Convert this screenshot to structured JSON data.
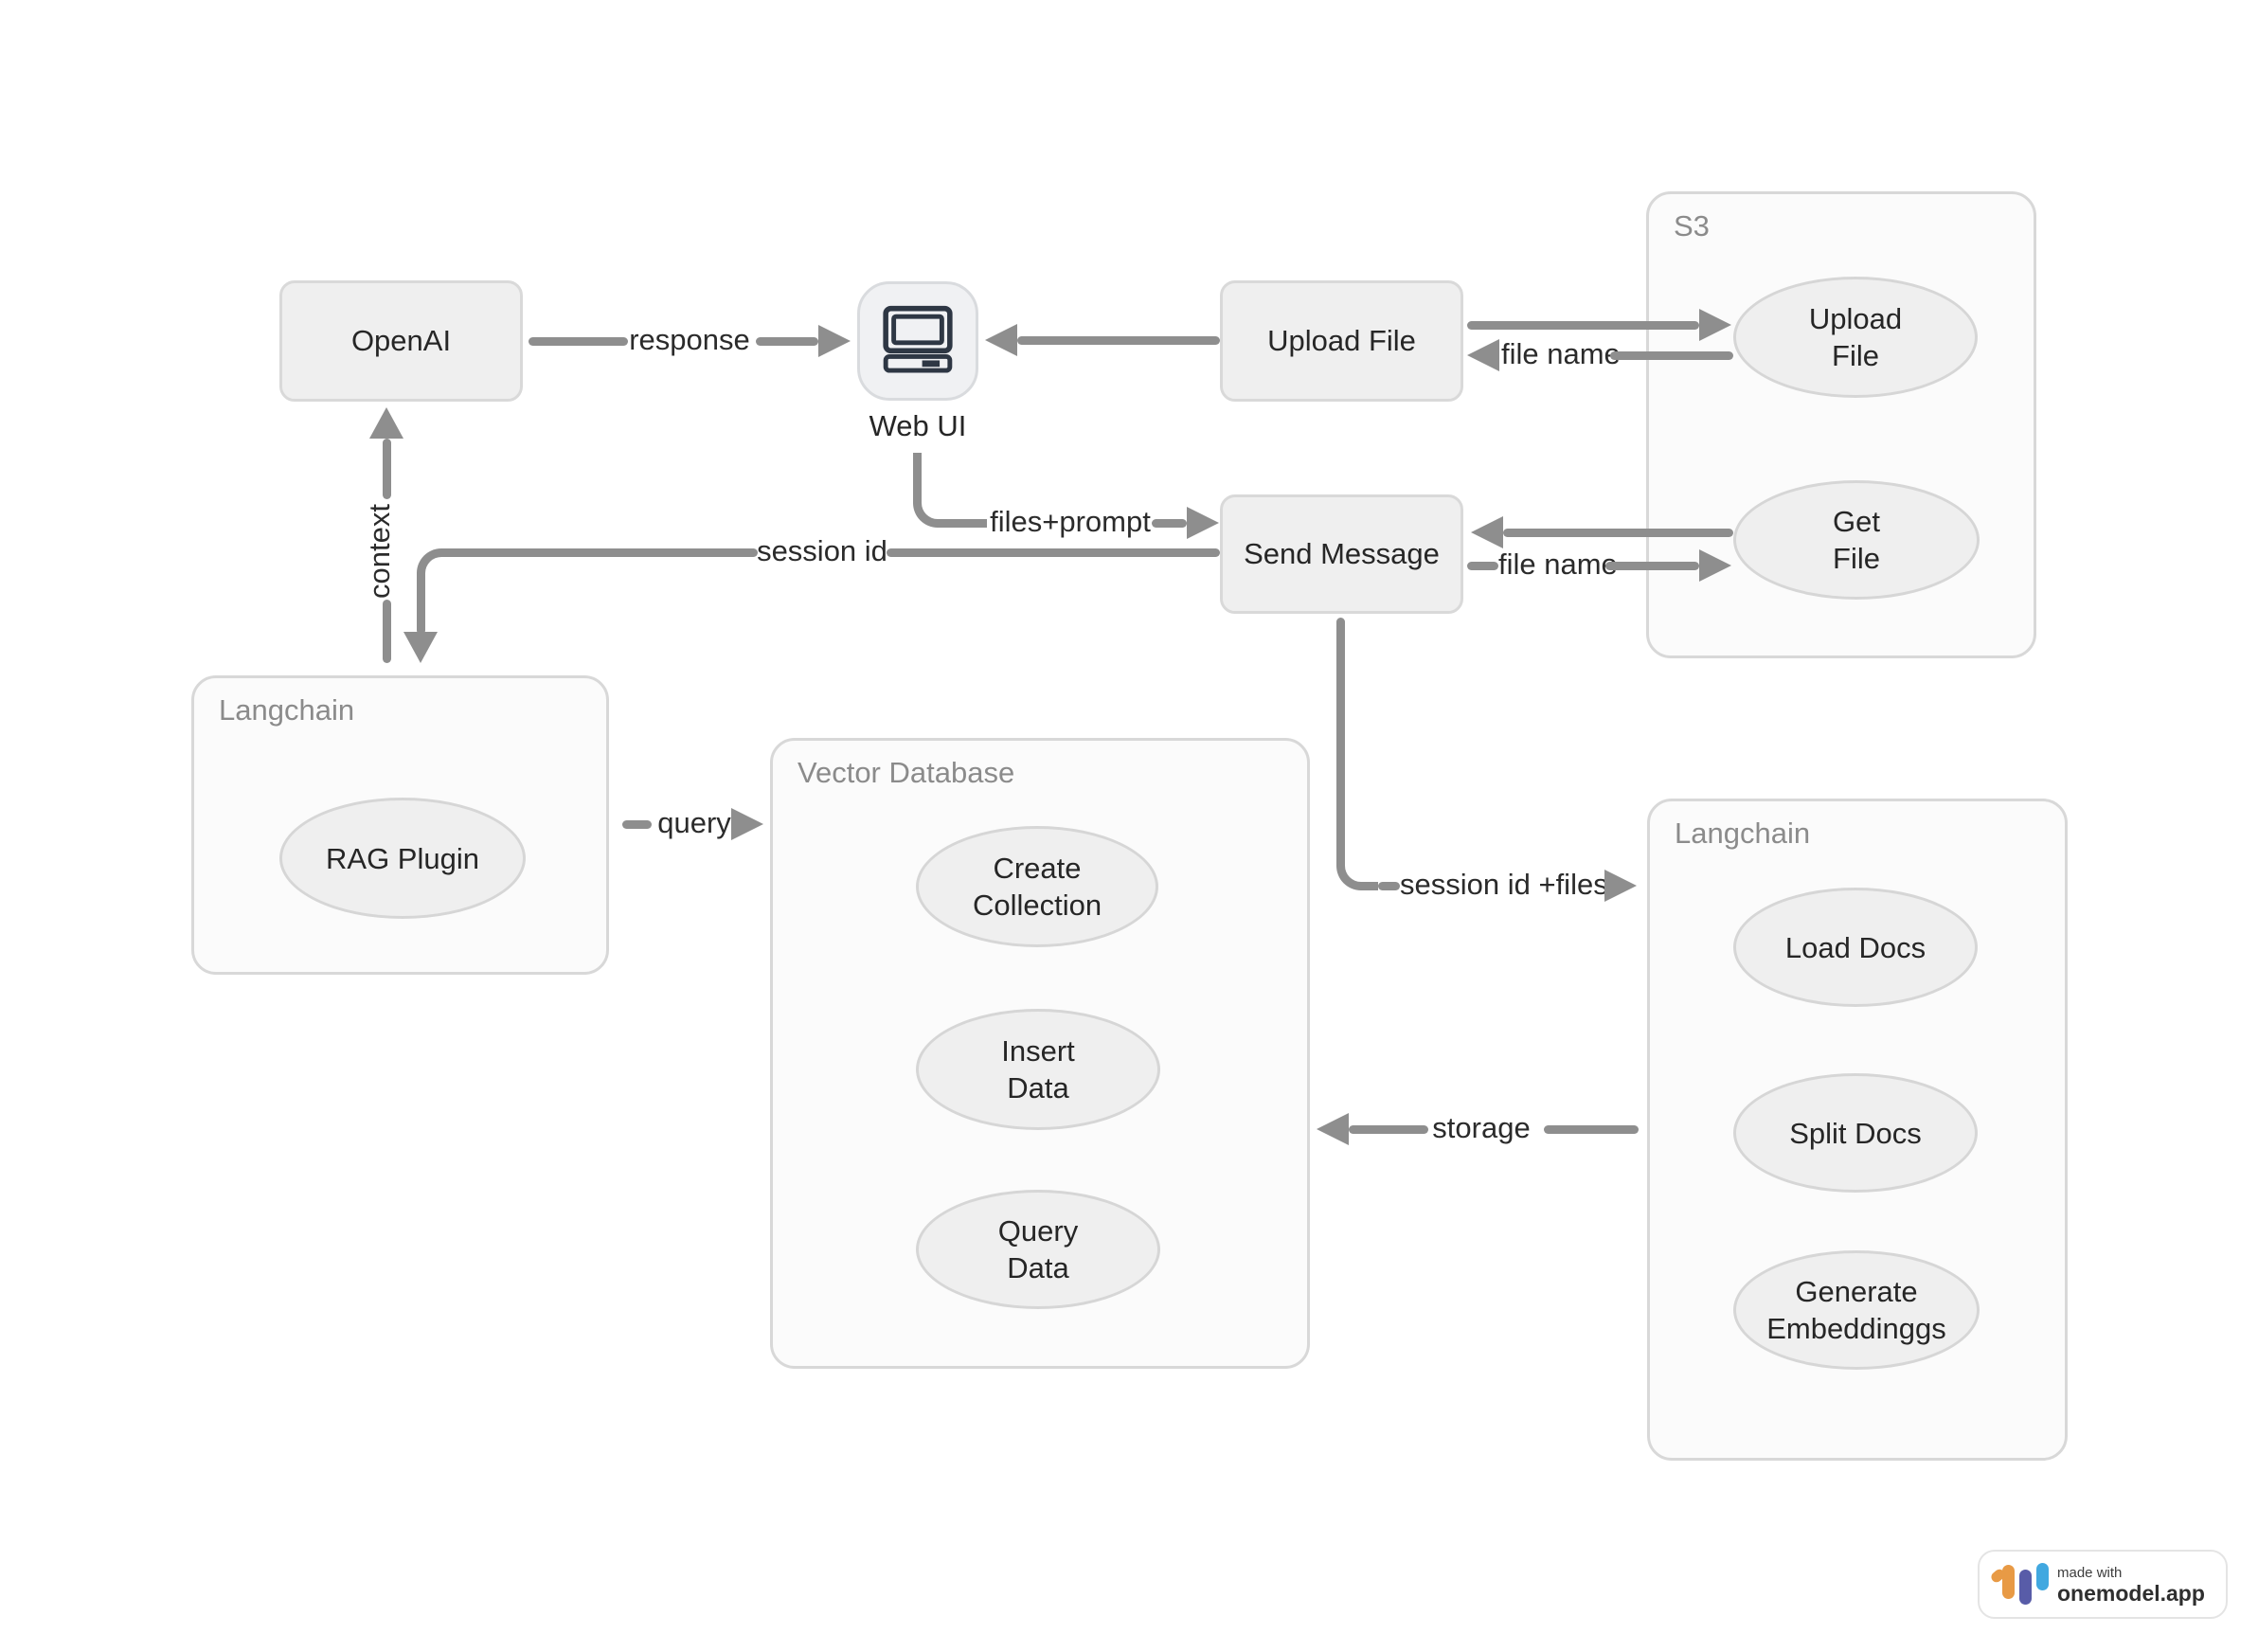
{
  "diagram": {
    "nodes": {
      "openai": {
        "label": "OpenAI"
      },
      "webui": {
        "label": "Web UI"
      },
      "upload_file": {
        "label": "Upload File"
      },
      "send_message": {
        "label": "Send Message"
      }
    },
    "containers": {
      "s3": {
        "title": "S3"
      },
      "langchain_left": {
        "title": "Langchain"
      },
      "vector_db": {
        "title": "Vector Database"
      },
      "langchain_right": {
        "title": "Langchain"
      }
    },
    "ellipses": {
      "s3_upload_file": {
        "label": "Upload\nFile"
      },
      "s3_get_file": {
        "label": "Get\nFile"
      },
      "rag_plugin": {
        "label": "RAG Plugin"
      },
      "create_collection": {
        "label": "Create\nCollection"
      },
      "insert_data": {
        "label": "Insert\nData"
      },
      "query_data": {
        "label": "Query\nData"
      },
      "load_docs": {
        "label": "Load Docs"
      },
      "split_docs": {
        "label": "Split Docs"
      },
      "generate_embeddings": {
        "label": "Generate\nEmbeddinggs"
      }
    },
    "edges": {
      "response": {
        "label": "response"
      },
      "file_name_upload": {
        "label": "file name"
      },
      "file_name_get": {
        "label": "file name"
      },
      "files_prompt": {
        "label": "files+prompt"
      },
      "session_id": {
        "label": "session id"
      },
      "context": {
        "label": "context"
      },
      "query": {
        "label": "query"
      },
      "session_id_files": {
        "label": "session id +files"
      },
      "storage": {
        "label": "storage"
      }
    },
    "badge": {
      "made_with": "made with",
      "brand": "onemodel.app"
    },
    "colors": {
      "arrow": "#8e8e8e",
      "node_fill": "#efefef",
      "node_border": "#d9d9d9",
      "container_border": "#d8d8d8",
      "container_title": "#8b8b8b",
      "icon": "#2e3744",
      "logo_orange": "#E89A45",
      "logo_indigo": "#585CA8",
      "logo_blue": "#41A8E0"
    }
  }
}
